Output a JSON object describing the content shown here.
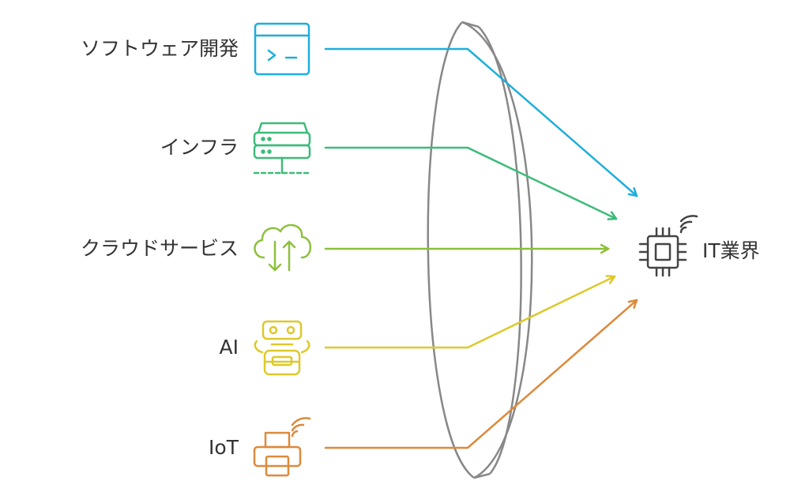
{
  "target": {
    "label": "IT業界",
    "icon": "cpu-signal-icon",
    "color": "#444444"
  },
  "lens": {
    "icon": "lens-shape",
    "color": "#888888"
  },
  "sources": [
    {
      "label": "ソフトウェア開発",
      "icon": "terminal-window-icon",
      "color": "#1eaedb"
    },
    {
      "label": "インフラ",
      "icon": "server-rack-icon",
      "color": "#3dbb7a"
    },
    {
      "label": "クラウドサービス",
      "icon": "cloud-transfer-icon",
      "color": "#8cc03c"
    },
    {
      "label": "AI",
      "icon": "robot-icon",
      "color": "#ddc92a"
    },
    {
      "label": "IoT",
      "icon": "wireless-printer-icon",
      "color": "#dc8a3c"
    }
  ]
}
